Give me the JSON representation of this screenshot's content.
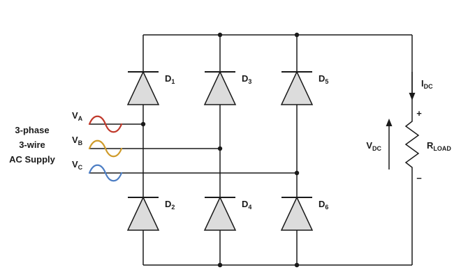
{
  "supply": {
    "line1": "3-phase",
    "line2": "3-wire",
    "line3": "AC Supply"
  },
  "phases": [
    {
      "main": "V",
      "sub": "A",
      "color": "#c0392b"
    },
    {
      "main": "V",
      "sub": "B",
      "color": "#cf9b2a"
    },
    {
      "main": "V",
      "sub": "C",
      "color": "#4d7ec4"
    }
  ],
  "diodes": [
    {
      "main": "D",
      "sub": "1"
    },
    {
      "main": "D",
      "sub": "2"
    },
    {
      "main": "D",
      "sub": "3"
    },
    {
      "main": "D",
      "sub": "4"
    },
    {
      "main": "D",
      "sub": "5"
    },
    {
      "main": "D",
      "sub": "6"
    }
  ],
  "load": {
    "current": {
      "main": "I",
      "sub": "DC"
    },
    "voltage": {
      "main": "V",
      "sub": "DC"
    },
    "resistor": {
      "main": "R",
      "sub": "LOAD"
    },
    "plus": "+",
    "minus": "−"
  }
}
